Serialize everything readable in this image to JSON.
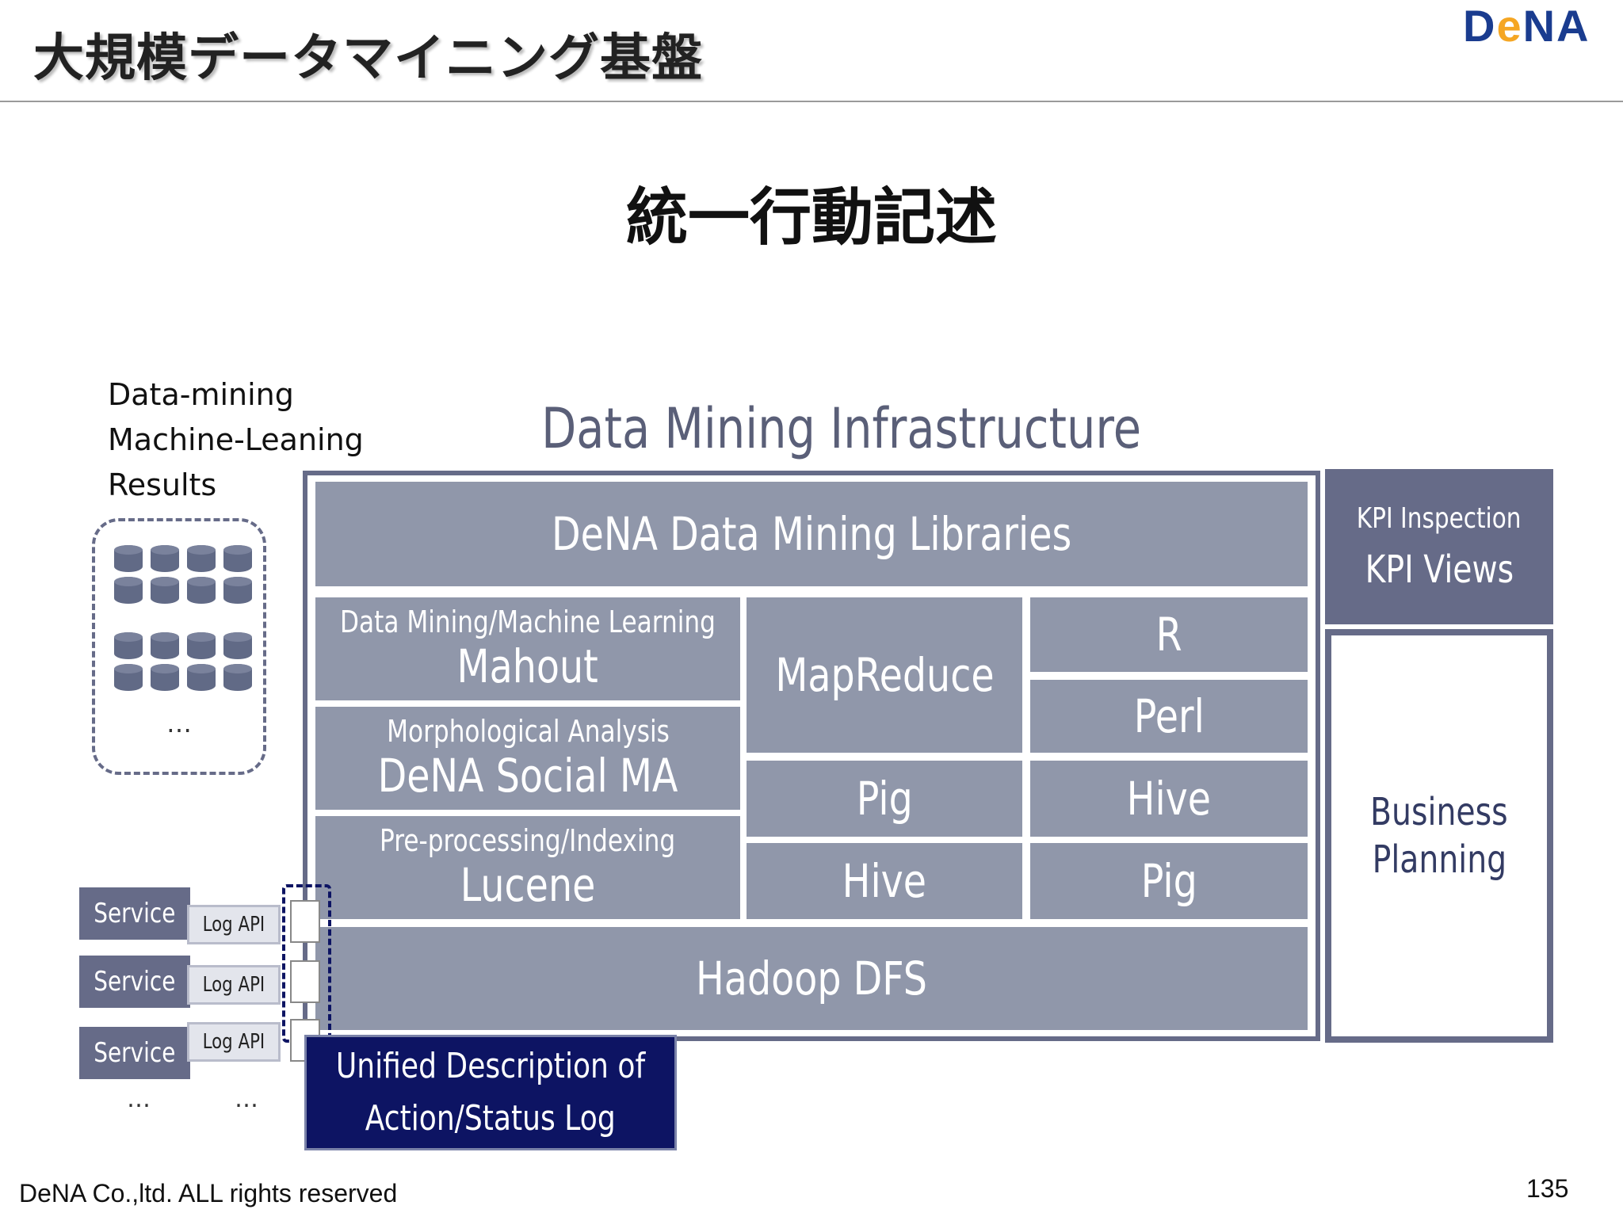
{
  "header": {
    "title": "大規模データマイニング基盤",
    "logo": "DeNA"
  },
  "slide": {
    "subtitle": "統一行動記述",
    "results_lines": [
      "Data-mining",
      "Machine-Leaning",
      "Results"
    ],
    "results_ellipsis": "…",
    "infra_title": "Data Mining Infrastructure"
  },
  "blocks": {
    "libraries": "DeNA Data Mining Libraries",
    "mahout_caption": "Data Mining/Machine Learning",
    "mahout": "Mahout",
    "ma_caption": "Morphological Analysis",
    "ma": "DeNA Social MA",
    "lucene_caption": "Pre-processing/Indexing",
    "lucene": "Lucene",
    "mapreduce": "MapReduce",
    "r": "R",
    "perl": "Perl",
    "pig_mid": "Pig",
    "hive_right": "Hive",
    "hive_mid": "Hive",
    "pig_right": "Pig",
    "hadoop": "Hadoop DFS"
  },
  "kpi": {
    "inspection": "KPI Inspection",
    "views": "KPI Views",
    "planning_line1": "Business",
    "planning_line2": "Planning"
  },
  "services": [
    {
      "service": "Service",
      "log": "Log API"
    },
    {
      "service": "Service",
      "log": "Log API"
    },
    {
      "service": "Service",
      "log": "Log API"
    }
  ],
  "services_ellipsis": [
    "…",
    "…"
  ],
  "unified": {
    "line1": "Unified Description of",
    "line2": "Action/Status Log"
  },
  "footer": {
    "copyright": "DeNA Co.,ltd. ALL rights reserved",
    "page_number": "135"
  },
  "colors": {
    "block_grey": "#9097aa",
    "frame_dark": "#666b88",
    "unified_bg": "#0d1463",
    "logo_blue": "#1a3c8f",
    "logo_orange": "#f5a623"
  }
}
